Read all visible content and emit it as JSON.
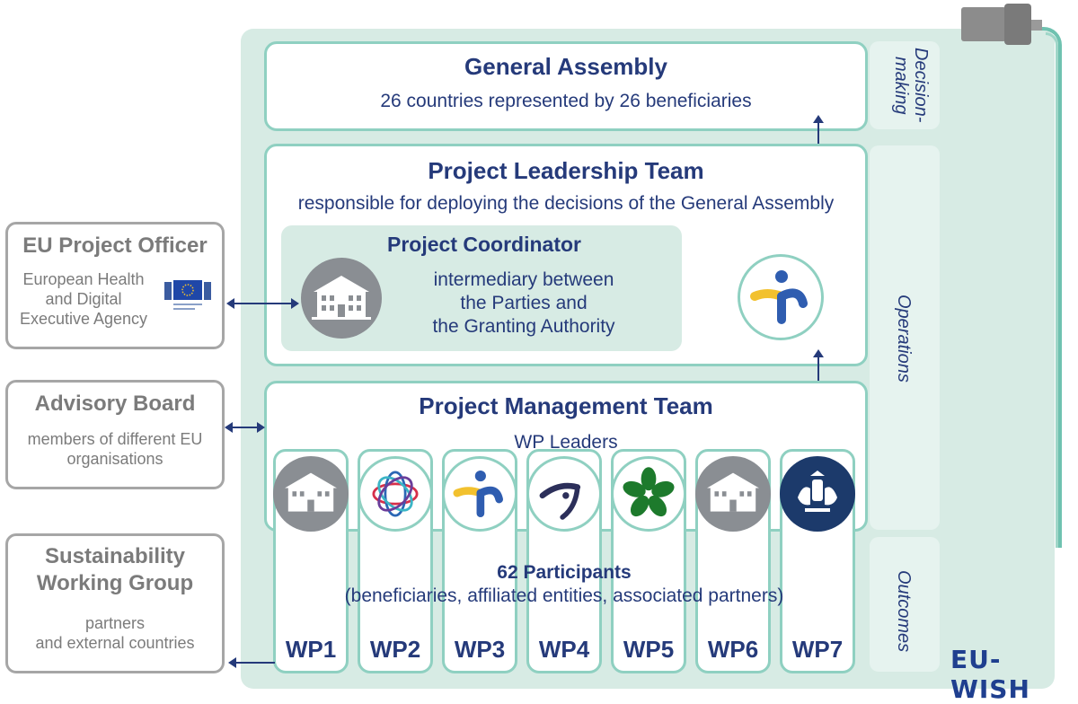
{
  "general_assembly": {
    "title": "General Assembly",
    "subtitle": "26 countries represented by 26 beneficiaries"
  },
  "leadership": {
    "title": "Project Leadership Team",
    "subtitle": "responsible for deploying the decisions of the General Assembly"
  },
  "coordinator": {
    "title": "Project Coordinator",
    "line1": "intermediary between",
    "line2": "the Parties and",
    "line3": "the Granting Authority"
  },
  "management": {
    "title": "Project Management Team",
    "subtitle": "WP Leaders"
  },
  "participants": {
    "title": "62 Participants",
    "subtitle": "(beneficiaries, affiliated entities, associated partners)"
  },
  "side_labels": {
    "decision": "Decision-making",
    "operations": "Operations",
    "outcomes": "Outcomes"
  },
  "eu_officer": {
    "title": "EU Project Officer",
    "line1": "European Health",
    "line2": "and Digital",
    "line3": "Executive Agency"
  },
  "advisory": {
    "title": "Advisory Board",
    "line1": "members of different EU",
    "line2": "organisations"
  },
  "sustainability": {
    "title1": "Sustainability",
    "title2": "Working Group",
    "line1": "partners",
    "line2": "and external countries"
  },
  "work_packages": [
    "WP1",
    "WP2",
    "WP3",
    "WP4",
    "WP5",
    "WP6",
    "WP7"
  ],
  "wp_logos": [
    "building-logo",
    "globe-rings-logo",
    "eu-wish-figure-logo",
    "arc-figure-logo",
    "green-leaf-logo",
    "building-logo",
    "royal-crest-logo"
  ],
  "wordmark": "EU-WISH",
  "colors": {
    "navy": "#253a7a",
    "teal_border": "#8fd0c1",
    "teal_bg": "#d7ebe4",
    "gray": "#7b7b7b",
    "yellow": "#f2c12e",
    "blue": "#2f5db0"
  }
}
